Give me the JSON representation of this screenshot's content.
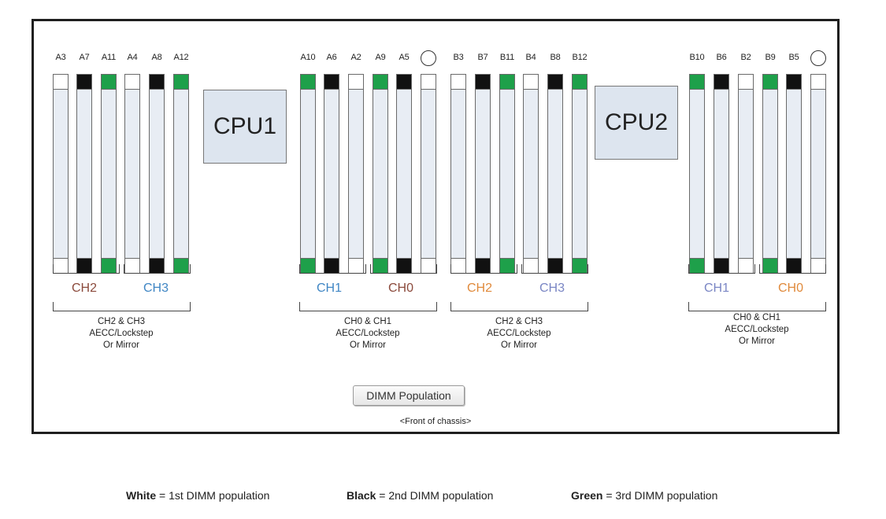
{
  "cpus": [
    {
      "id": "cpu1",
      "label": "CPU1"
    },
    {
      "id": "cpu2",
      "label": "CPU2"
    }
  ],
  "slots": [
    {
      "label": "A3",
      "color": "white"
    },
    {
      "label": "A7",
      "color": "black"
    },
    {
      "label": "A11",
      "color": "green"
    },
    {
      "label": "A4",
      "color": "white"
    },
    {
      "label": "A8",
      "color": "black"
    },
    {
      "label": "A12",
      "color": "green"
    },
    {
      "label": "A10",
      "color": "green"
    },
    {
      "label": "A6",
      "color": "black"
    },
    {
      "label": "A2",
      "color": "white"
    },
    {
      "label": "A9",
      "color": "green"
    },
    {
      "label": "A5",
      "color": "black"
    },
    {
      "label": "",
      "color": "white",
      "circle": true
    },
    {
      "label": "B3",
      "color": "white"
    },
    {
      "label": "B7",
      "color": "black"
    },
    {
      "label": "B11",
      "color": "green"
    },
    {
      "label": "B4",
      "color": "white"
    },
    {
      "label": "B8",
      "color": "black"
    },
    {
      "label": "B12",
      "color": "green"
    },
    {
      "label": "B10",
      "color": "green"
    },
    {
      "label": "B6",
      "color": "black"
    },
    {
      "label": "B2",
      "color": "white"
    },
    {
      "label": "B9",
      "color": "green"
    },
    {
      "label": "B5",
      "color": "black"
    },
    {
      "label": "",
      "color": "white",
      "circle": true
    }
  ],
  "channels": [
    {
      "label": "CH2",
      "color": "#8b4a3c"
    },
    {
      "label": "CH3",
      "color": "#3f86c4"
    },
    {
      "label": "CH1",
      "color": "#3f86c4"
    },
    {
      "label": "CH0",
      "color": "#8b4a3c"
    },
    {
      "label": "CH2",
      "color": "#e08a3c"
    },
    {
      "label": "CH3",
      "color": "#7a86c4"
    },
    {
      "label": "CH1",
      "color": "#7a86c4"
    },
    {
      "label": "CH0",
      "color": "#e08a3c"
    }
  ],
  "groups": [
    {
      "line1": "CH2 & CH3",
      "line2": "AECC/Lockstep",
      "line3": "Or Mirror"
    },
    {
      "line1": "CH0 & CH1",
      "line2": "AECC/Lockstep",
      "line3": "Or Mirror"
    },
    {
      "line1": "CH2 & CH3",
      "line2": "AECC/Lockstep",
      "line3": "Or Mirror"
    },
    {
      "line1": "CH0 & CH1",
      "line2": "AECC/Lockstep",
      "line3": "Or Mirror"
    }
  ],
  "colors": {
    "white": "#ffffff",
    "black": "#111111",
    "green": "#1ea04a"
  },
  "button_label": "DIMM Population",
  "front_label": "<Front of chassis>",
  "legend": [
    {
      "key": "White",
      "text": "= 1st DIMM population"
    },
    {
      "key": "Black",
      "text": "= 2nd DIMM population"
    },
    {
      "key": "Green",
      "text": "= 3rd DIMM population"
    }
  ]
}
